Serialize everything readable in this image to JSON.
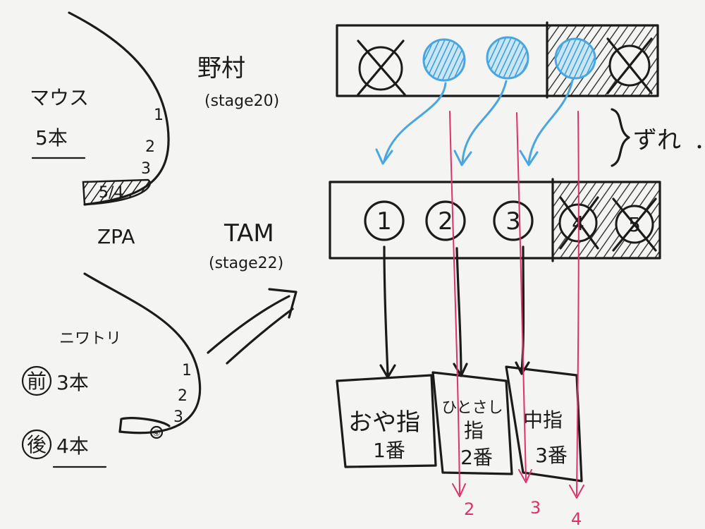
{
  "mouse": {
    "title": "マウス",
    "count": "5本",
    "numbers": [
      "1",
      "2",
      "3"
    ],
    "fused_label": "5/4",
    "gene": "ZPA"
  },
  "chicken": {
    "title": "ニワトリ",
    "front_mark": "前",
    "front_count": "3本",
    "rear_mark": "後",
    "rear_count": "4本",
    "numbers": [
      "1",
      "2",
      "3"
    ],
    "toe_mark": "④"
  },
  "nomura": {
    "name": "野村",
    "stage": "(stage20)"
  },
  "tam": {
    "name": "TAM",
    "stage": "(stage22)",
    "digits": [
      "1",
      "2",
      "3",
      "4",
      "5"
    ]
  },
  "shift_label": "ずれ",
  "cards": [
    {
      "line1": "おや指",
      "line2": "1番"
    },
    {
      "line1": "ひとさし",
      "line2": "指",
      "line3": "2番"
    },
    {
      "line1": "中指",
      "line2": "3番"
    }
  ],
  "bottom_numbers": [
    "2",
    "3",
    "4"
  ],
  "colors": {
    "ink": "#1b1b1b",
    "blue": "#4aa6e0",
    "red": "#e0306a",
    "board": "#f4f4f2"
  }
}
